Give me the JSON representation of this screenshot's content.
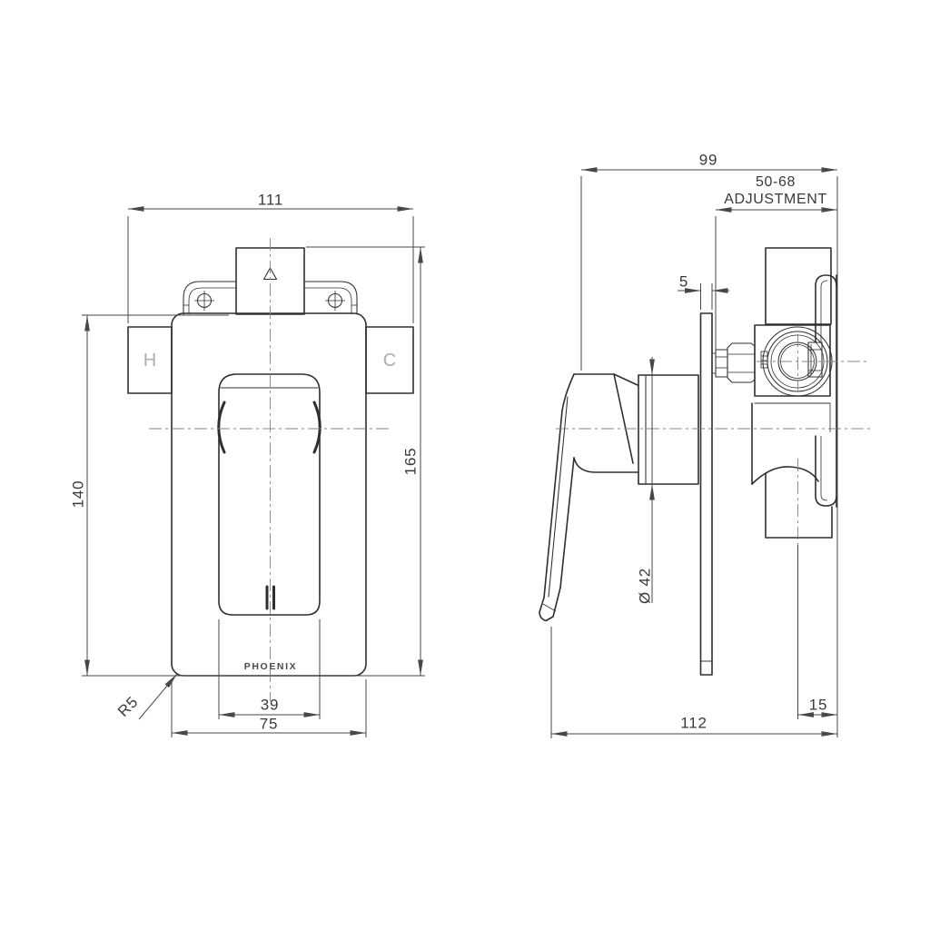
{
  "drawing": {
    "brand": "PHOENIX",
    "labels": {
      "hot": "H",
      "cold": "C"
    },
    "front": {
      "overall_width": "111",
      "plate_height": "140",
      "overall_height": "165",
      "handle_width": "39",
      "plate_width": "75",
      "corner_radius": "R5"
    },
    "side": {
      "depth_to_handle": "99",
      "adjustment_range": "50-68",
      "adjustment_word": "ADJUSTMENT",
      "plate_thickness": "5",
      "handle_diameter": "Ø 42",
      "inlet_offset": "15",
      "overall_depth": "112"
    },
    "colors": {
      "object_line": "#2f2f2f",
      "dimension_line": "#474747",
      "center_line": "#858585",
      "engraved_text": "#aeaeae",
      "brand_text": "#4a4a4a",
      "background": "#ffffff"
    }
  }
}
